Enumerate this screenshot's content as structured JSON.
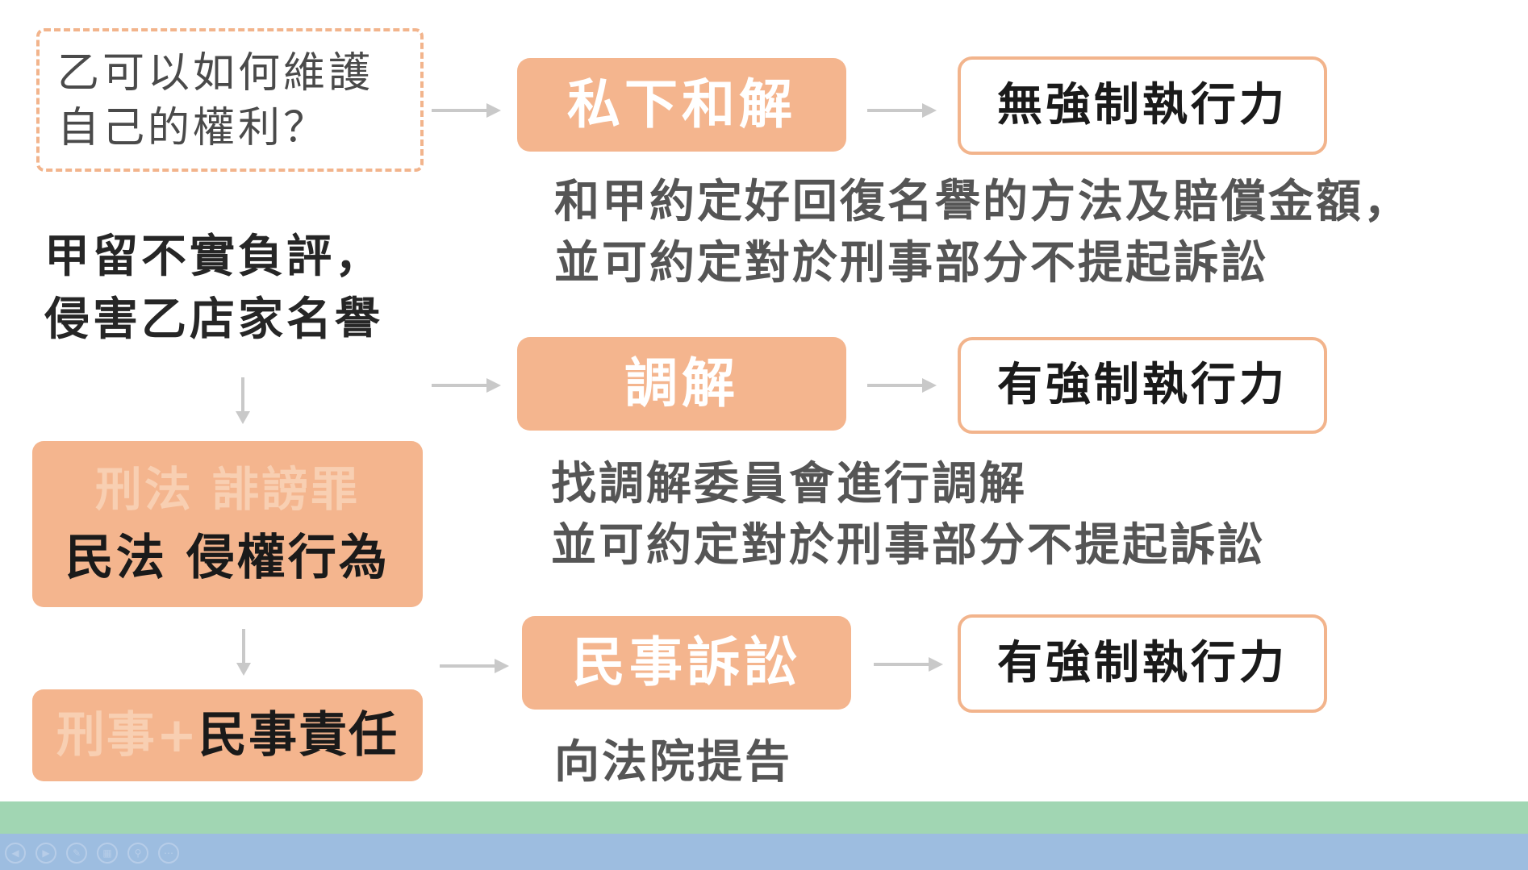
{
  "question": {
    "line1": "乙可以如何維護",
    "line2": "自己的權利？"
  },
  "scenario": {
    "line1": "甲留不實負評，",
    "line2": "侵害乙店家名譽"
  },
  "offence": {
    "faded": "刑法 誹謗罪",
    "strong": "民法 侵權行為"
  },
  "liability": {
    "faded": "刑事+",
    "strong": "民事責任"
  },
  "methods": [
    {
      "name": "私下和解",
      "result": "無強制執行力",
      "desc": [
        "和甲約定好回復名譽的方法及賠償金額，",
        "並可約定對於刑事部分不提起訴訟"
      ]
    },
    {
      "name": "調解",
      "result": "有強制執行力",
      "desc": [
        "找調解委員會進行調解",
        "並可約定對於刑事部分不提起訴訟"
      ]
    },
    {
      "name": "民事訴訟",
      "result": "有強制執行力",
      "desc": [
        "向法院提告"
      ]
    }
  ],
  "colors": {
    "accent_fill": "#f4b58e",
    "accent_border": "#f2b48c",
    "arrow": "#c9c9c9",
    "band_green": "#a1d6b3",
    "band_blue": "#9dbde0"
  },
  "controls": [
    "prev-icon",
    "next-icon",
    "pen-icon",
    "slides-icon",
    "zoom-icon",
    "more-icon"
  ]
}
